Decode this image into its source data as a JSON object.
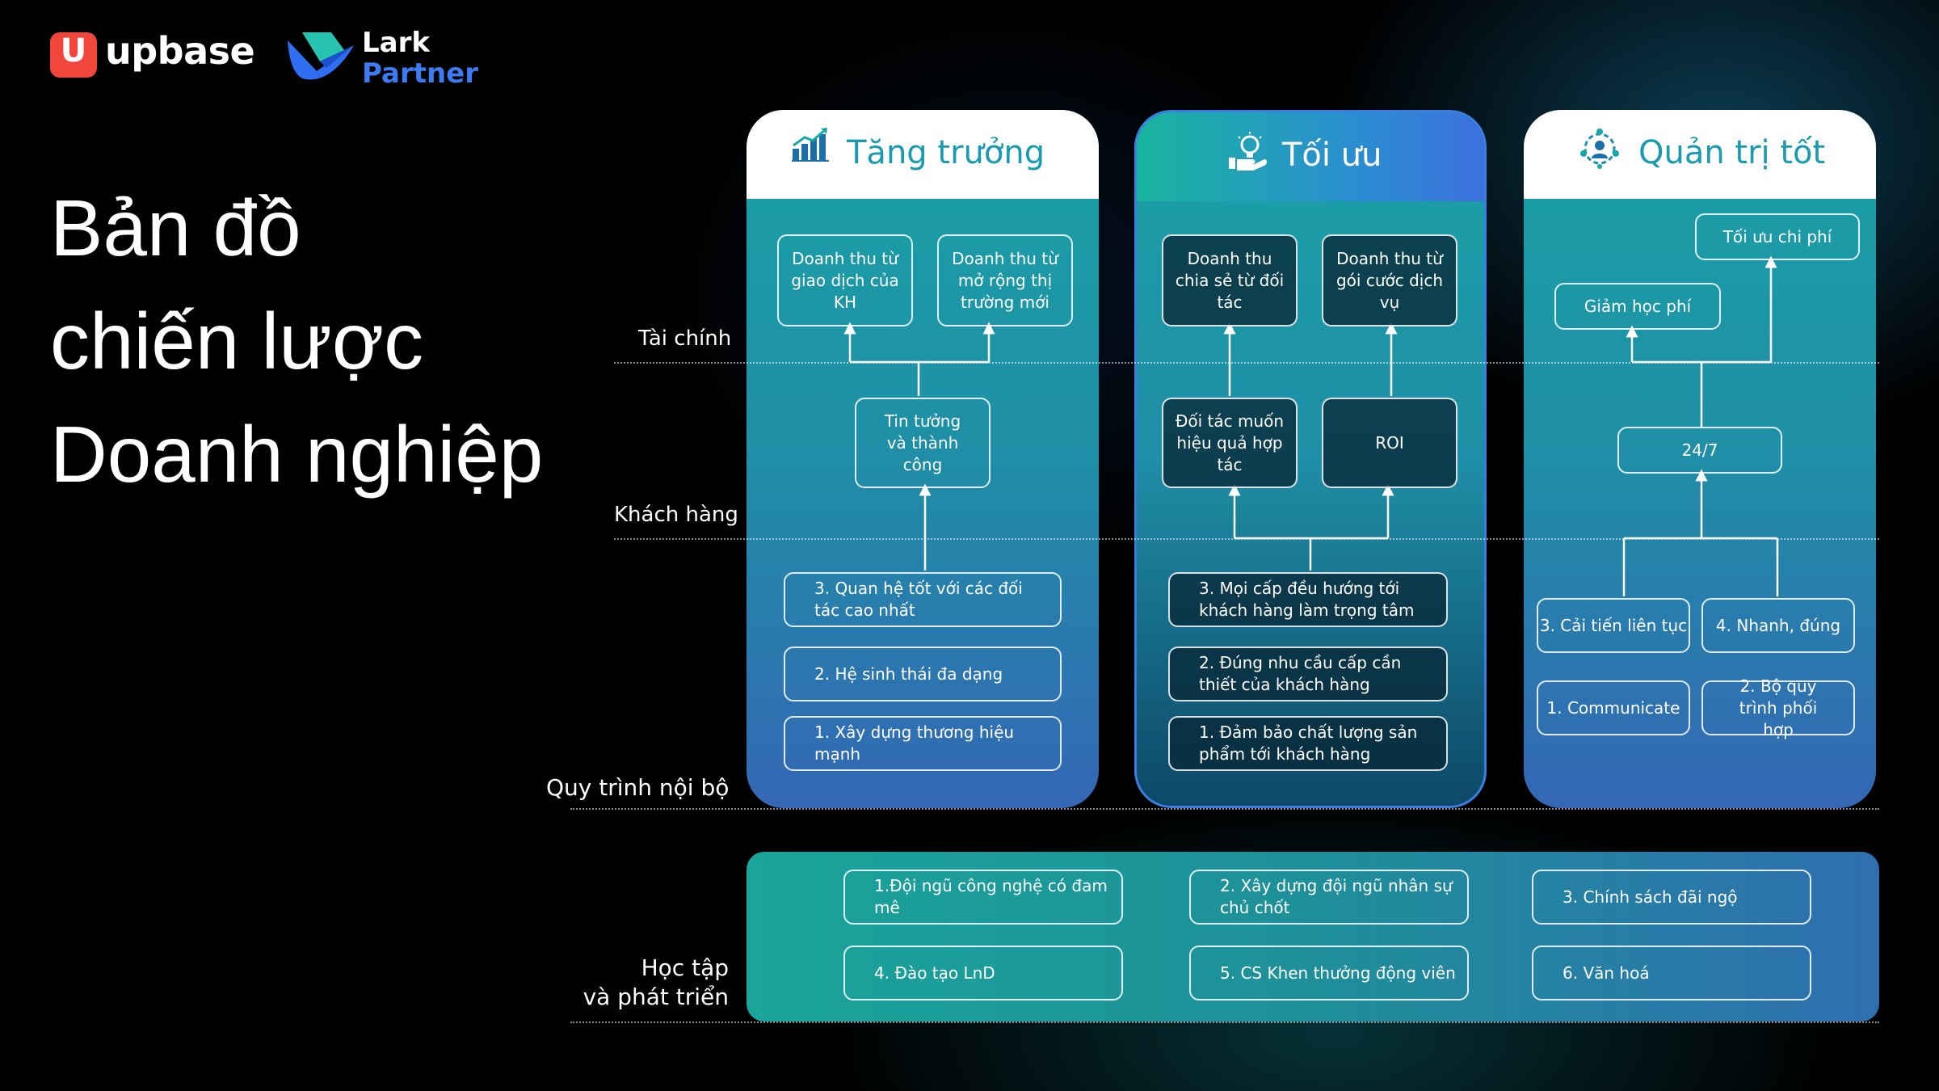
{
  "logos": {
    "upbase_mark": "U",
    "upbase_text": "upbase",
    "lark_line1": "Lark",
    "lark_line2": "Partner"
  },
  "title_lines": [
    "Bản đồ",
    "chiến lược",
    "Doanh nghiệp"
  ],
  "row_labels": {
    "finance": "Tài chính",
    "customer": "Khách hàng",
    "internal": "Quy trình nội bộ",
    "learning_line1": "Học tập",
    "learning_line2": "và phát triển"
  },
  "columns": {
    "growth": {
      "title": "Tăng trưởng",
      "icon": "bar-chart-growth-icon",
      "finance": [
        "Doanh thu từ giao dịch của KH",
        "Doanh thu từ mở rộng thị trường mới"
      ],
      "customer": [
        "Tin tưởng và thành công"
      ],
      "process": [
        "3. Quan hệ tốt với các đối tác cao nhất",
        "2. Hệ sinh thái đa dạng",
        "1. Xây dựng thương hiệu mạnh"
      ]
    },
    "optimize": {
      "title": "Tối ưu",
      "icon": "lightbulb-hand-icon",
      "finance": [
        "Doanh thu chia sẻ từ đối tác",
        "Doanh thu từ gói cước dịch vụ"
      ],
      "customer": [
        "Đối tác muốn hiệu quả hợp tác",
        "ROI"
      ],
      "process": [
        "3. Mọi cấp đều hướng tới khách hàng làm trọng tâm",
        "2. Đúng nhu cầu cấp cần thiết của khách hàng",
        "1. Đảm bảo chất lượng sản phẩm tới khách hàng"
      ]
    },
    "governance": {
      "title": "Quản trị tốt",
      "icon": "team-management-icon",
      "finance": [
        "Tối ưu chi phí",
        "Giảm học phí"
      ],
      "customer": [
        "24/7"
      ],
      "process": [
        "3. Cải tiến liên tục",
        "4. Nhanh, đúng",
        "1. Communicate",
        "2. Bộ quy trình phối hợp"
      ]
    }
  },
  "learning": [
    "1.Đội ngũ công nghệ có đam mê",
    "2. Xây dựng đội ngũ nhân sự chủ chốt",
    "3. Chính sách đãi ngộ",
    "4. Đào tạo LnD",
    "5. CS Khen thưởng động viên",
    "6. Văn hoá"
  ],
  "colors": {
    "accent_teal": "#1aa49a",
    "accent_blue": "#2e6fb0",
    "header_title_teal": "#1a9bb0",
    "upbase_red": "#f0463b",
    "lark_blue": "#3b7cf5"
  }
}
